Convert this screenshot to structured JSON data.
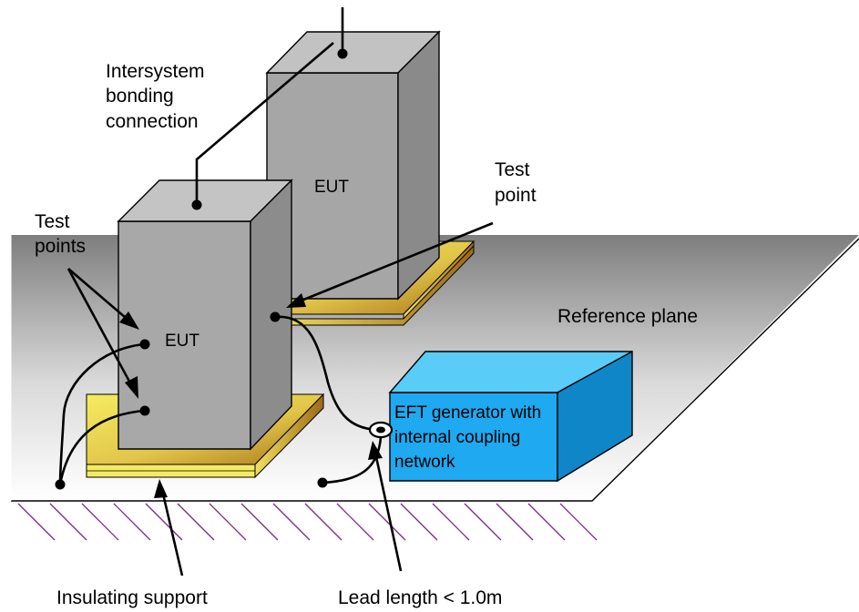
{
  "labels": {
    "bonding_line1": "Intersystem",
    "bonding_line2": "bonding",
    "bonding_line3": "connection",
    "test_points_line1": "Test",
    "test_points_line2": "points",
    "test_point_line1": "Test",
    "test_point_line2": "point",
    "eut_front": "EUT",
    "eut_back": "EUT",
    "reference_plane": "Reference  plane",
    "generator_line1": "EFT generator with",
    "generator_line2": "internal coupling",
    "generator_line3": "network",
    "insulating_support": "Insulating support",
    "lead_length": "Lead length < 1.0m"
  },
  "colors": {
    "eut_front_face": "#a8a8a8",
    "eut_side_face": "#8c8c8c",
    "eut_top_face": "#c4c4c4",
    "support_top": "#f4ec60",
    "support_side": "#b8891c",
    "generator_front": "#1ea9f0",
    "generator_top": "#59cdf7",
    "generator_side": "#0f86c7",
    "plane_dark": "#8a8a8a",
    "plane_light": "#ffffff"
  }
}
